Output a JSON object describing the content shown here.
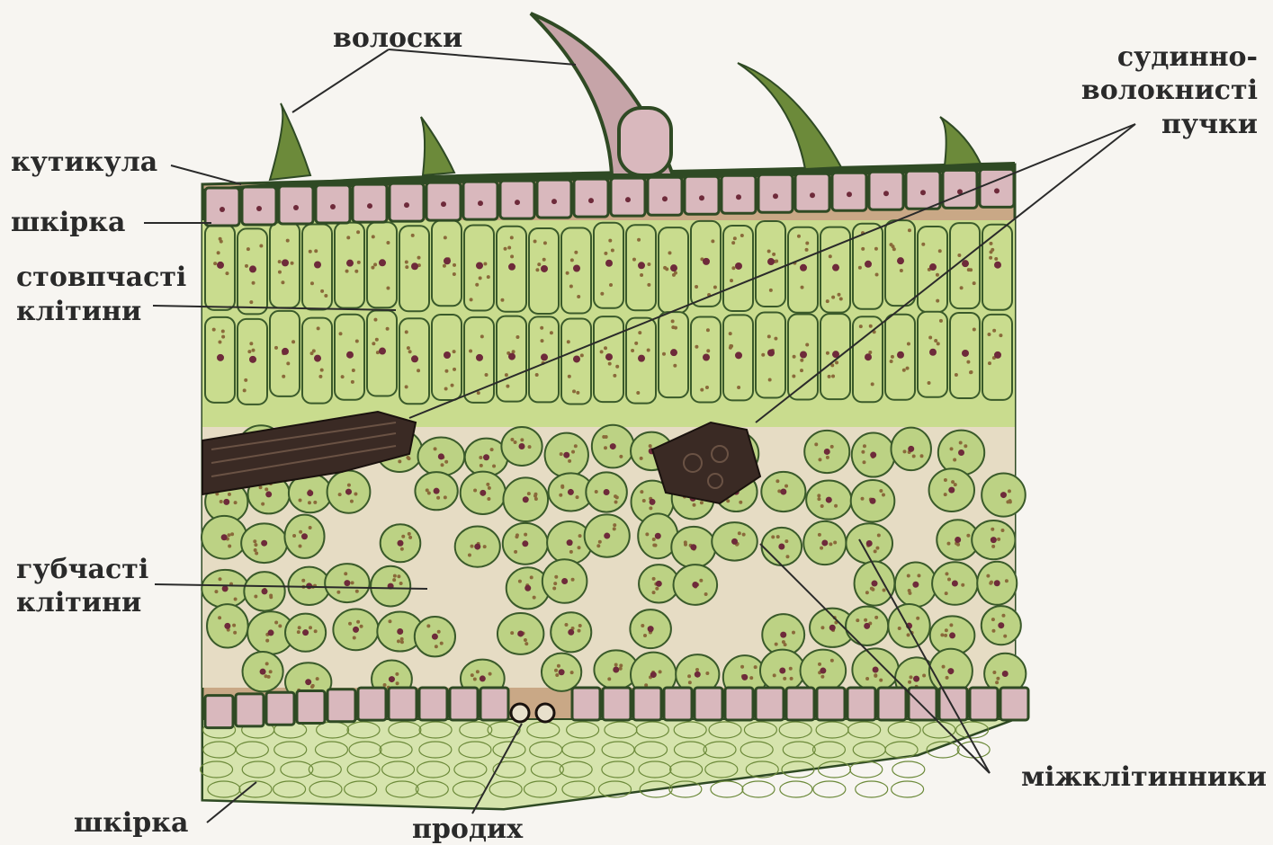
{
  "labels": {
    "hairs": "волоски",
    "vascular_1": "судинно-",
    "vascular_2": "волокнисті",
    "vascular_3": "пучки",
    "cuticle": "кутикула",
    "epidermis_top": "шкірка",
    "palisade_1": "стовпчасті",
    "palisade_2": "клітини",
    "spongy_1": "губчасті",
    "spongy_2": "клітини",
    "intercellular": "міжклітинники",
    "epidermis_bottom": "шкірка",
    "stoma": "продих"
  },
  "colors": {
    "background": "#f7f5f1",
    "epidermis": "#d9b8bd",
    "epidermis_wall": "#2f4a24",
    "palisade": "#c9dc8e",
    "spongy": "#bcd284",
    "cell_wall": "#3a5a2a",
    "intercellular_space": "#c9a886",
    "vascular": "#3a2a24",
    "nucleus": "#6e2a3a",
    "chloroplast": "#8a6a3a",
    "label_text": "#2a2a2a"
  }
}
